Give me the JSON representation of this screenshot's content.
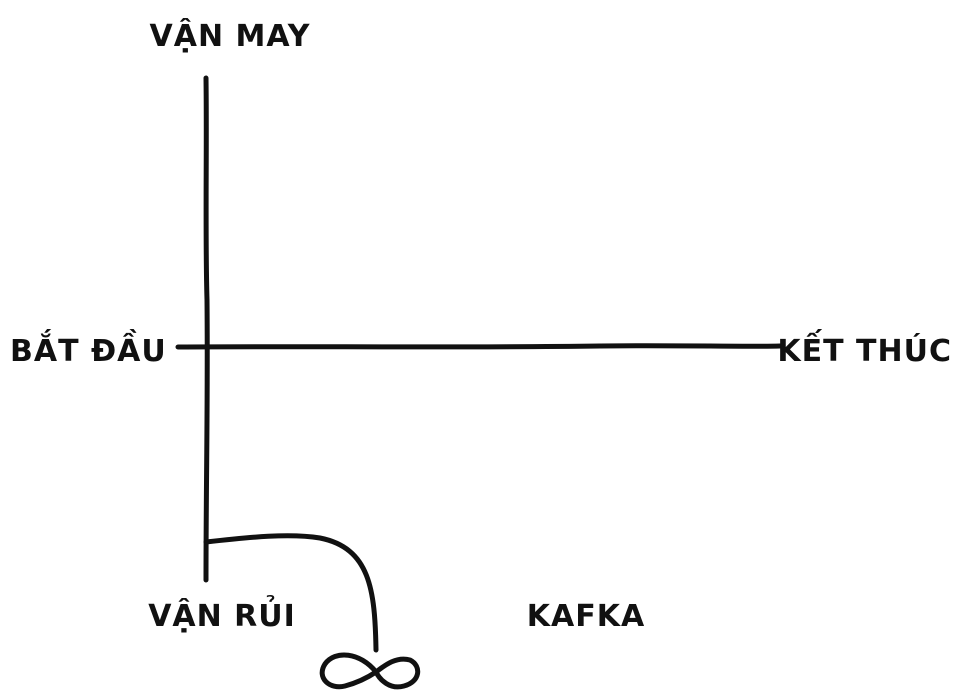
{
  "diagram": {
    "labels": {
      "top": "VẬN MAY",
      "bottom": "VẬN RỦI",
      "left": "BẮT ĐẦU",
      "right": "KẾT THÚC",
      "curve_end": "KAFKA"
    },
    "symbols": {
      "curve_end_symbol": "infinity"
    },
    "colors": {
      "ink": "#111111",
      "background": "#ffffff"
    }
  }
}
